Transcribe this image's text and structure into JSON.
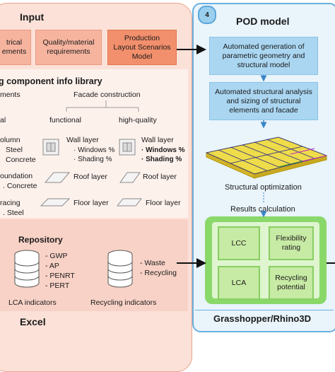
{
  "input": {
    "title": "Input",
    "boxes": [
      {
        "line1": "trical",
        "line2": "ements"
      },
      {
        "line1": "Quality/material",
        "line2": "requirements"
      },
      {
        "line1": "Production",
        "line2": "Layout Scenarios",
        "line3": "Model"
      }
    ]
  },
  "library": {
    "title": "g component info library",
    "col_ments": "ments",
    "facade_title": "Facade construction",
    "functional": "functional",
    "high_quality": "high-quality",
    "al": "al",
    "column": {
      "l1": "olumn",
      "l2": "Steel",
      "l3": "Concrete"
    },
    "foundation": {
      "l1": "oundation",
      "l2": ". Concrete"
    },
    "bracing": "racing",
    "steel": ". Steel",
    "wall_left": {
      "title": "Wall layer",
      "w": "· Windows %",
      "s": "· Shading %"
    },
    "wall_right": {
      "title": "Wall layer",
      "w": "· Windows %",
      "s": "· Shading %"
    },
    "roof": "Roof layer",
    "floor": "Floor layer"
  },
  "repository": {
    "title": "Repository",
    "lca_items": [
      "- GWP",
      "- AP",
      "- PENRT",
      "- PERT"
    ],
    "lca_label": "LCA indicators",
    "rec_items": [
      "- Waste",
      "- Recycling"
    ],
    "rec_label": "Recycling indicators"
  },
  "footer_left": "Excel",
  "pod": {
    "badge": "4",
    "title": "POD model",
    "step1": "Automated generation of parametric geometry and structural model",
    "step2": "Automated structural analysis and sizing of structural elements and facade",
    "optimization": "Structural optimization",
    "results": "Results calculation",
    "lcc": "LCC",
    "flex": "Flexibility rating",
    "lca": "LCA",
    "recyc": "Recycling potential",
    "footer": "Grasshopper/Rhino3D"
  }
}
